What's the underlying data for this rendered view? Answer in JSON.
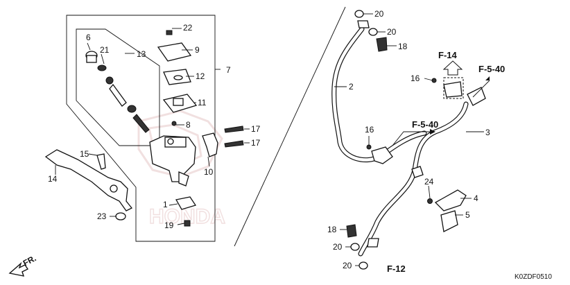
{
  "diagram_code": "K0ZDF0510",
  "front_arrow_label": "FR.",
  "refs": {
    "f14": "F-14",
    "f540_top": "F-5-40",
    "f540_mid": "F-5-40",
    "f12": "F-12"
  },
  "callouts": {
    "c1": "1",
    "c2": "2",
    "c3": "3",
    "c4": "4",
    "c5": "5",
    "c6": "6",
    "c7": "7",
    "c8": "8",
    "c9": "9",
    "c10": "10",
    "c11": "11",
    "c12": "12",
    "c13": "13",
    "c14": "14",
    "c15": "15",
    "c16a": "16",
    "c16b": "16",
    "c17a": "17",
    "c17b": "17",
    "c18a": "18",
    "c18b": "18",
    "c19": "19",
    "c20a": "20",
    "c20b": "20",
    "c20c": "20",
    "c20d": "20",
    "c21": "21",
    "c22": "22",
    "c23": "23",
    "c24": "24"
  },
  "watermark": "HONDA"
}
